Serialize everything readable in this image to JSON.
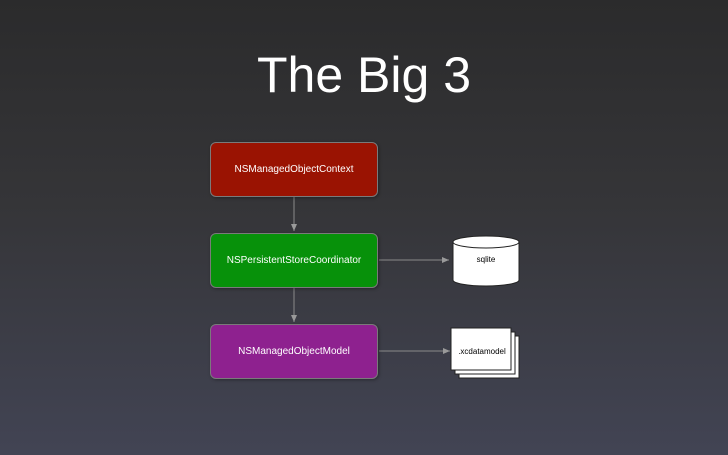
{
  "title": "The Big 3",
  "nodes": {
    "context": "NSManagedObjectContext",
    "coordinator": "NSPersistentStoreCoordinator",
    "model": "NSManagedObjectModel"
  },
  "stores": {
    "sqlite": "sqlite",
    "xcdatamodel": ".xcdatamodel"
  },
  "colors": {
    "context": "#9a1302",
    "coordinator": "#07910a",
    "model": "#8e218f",
    "connector": "#8a8a8a"
  }
}
